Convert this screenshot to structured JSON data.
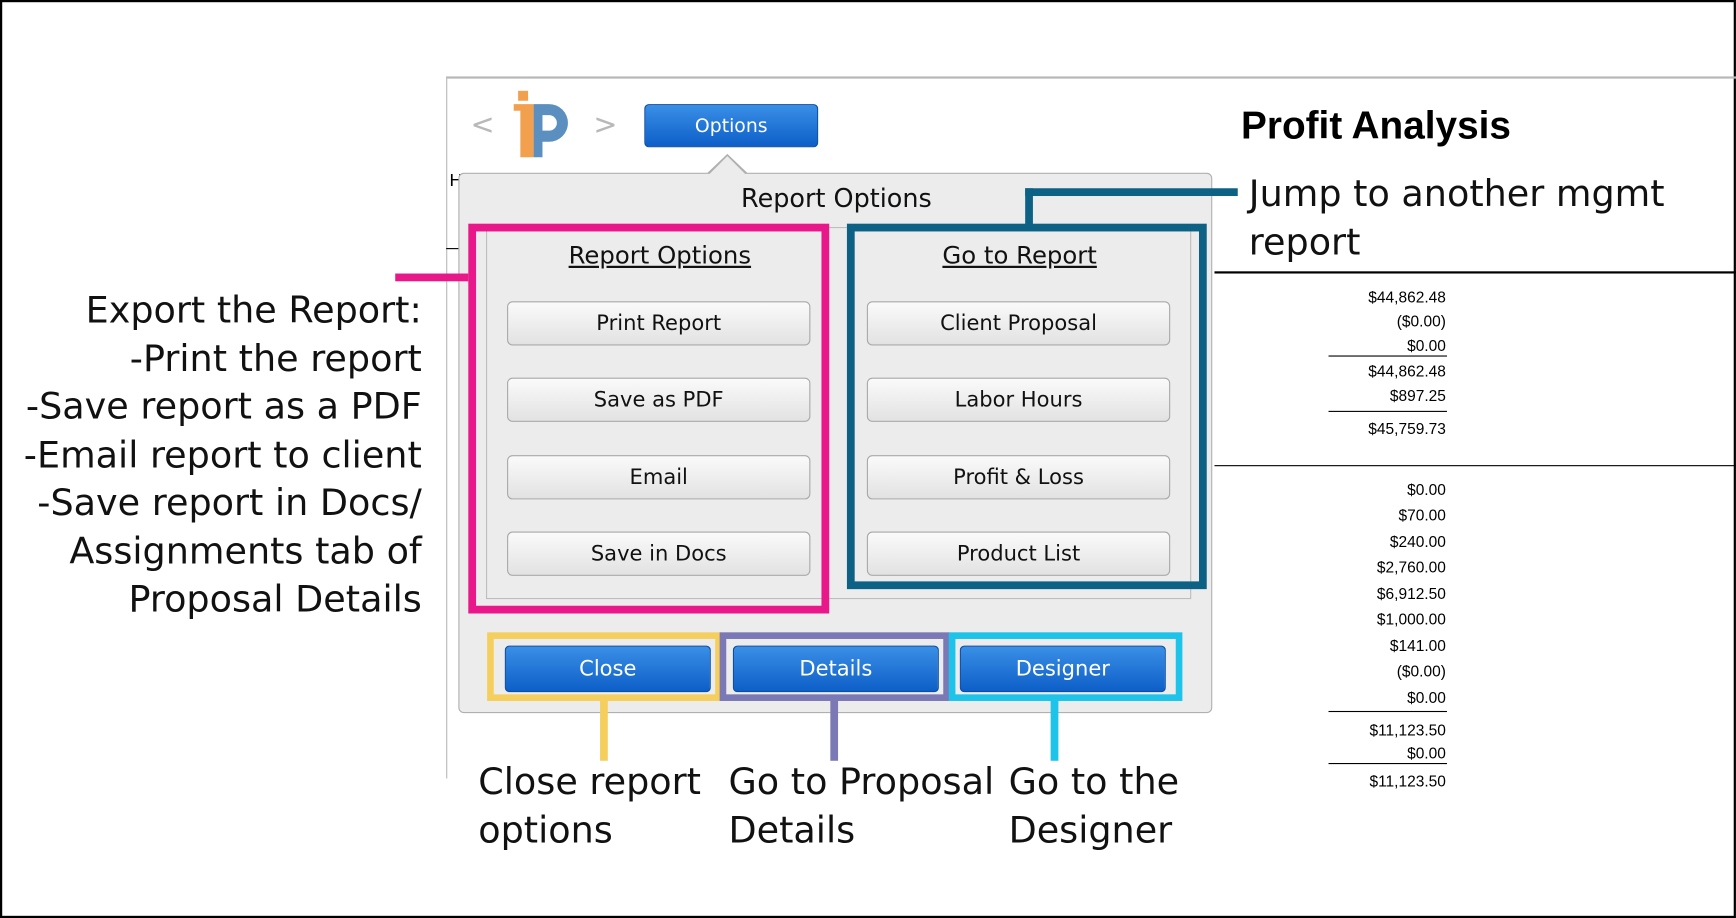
{
  "app": {
    "nav_back": "<",
    "nav_forward": ">",
    "options_button": "Options",
    "report_title": "Profit Analysis",
    "header_fragment": "H"
  },
  "report": {
    "amounts_top": [
      "$44,862.48",
      "($0.00)",
      "$0.00",
      "$44,862.48",
      "$897.25",
      "$45,759.73"
    ],
    "amounts_bottom": [
      "$0.00",
      "$70.00",
      "$240.00",
      "$2,760.00",
      "$6,912.50",
      "$1,000.00",
      "$141.00",
      "($0.00)",
      "$0.00",
      "$11,123.50",
      "$0.00",
      "$11,123.50"
    ]
  },
  "popover": {
    "title": "Report Options",
    "left_column": {
      "heading": "Report Options",
      "buttons": [
        "Print Report",
        "Save as PDF",
        "Email",
        "Save in Docs"
      ]
    },
    "right_column": {
      "heading": "Go to Report",
      "buttons": [
        "Client Proposal",
        "Labor Hours",
        "Profit & Loss",
        "Product List"
      ]
    },
    "footer_buttons": {
      "close": "Close",
      "details": "Details",
      "designer": "Designer"
    }
  },
  "annotations": {
    "export_lines": [
      "Export the Report:",
      "-Print the report",
      "-Save report as a PDF",
      "-Email report to client",
      "-Save report in Docs/",
      "Assignments tab of",
      "Proposal Details"
    ],
    "jump_lines": [
      "Jump to another mgmt",
      "report"
    ],
    "close_lines": [
      "Close report",
      "options"
    ],
    "details_lines": [
      "Go to Proposal",
      "Details"
    ],
    "designer_lines": [
      "Go to the",
      "Designer"
    ]
  },
  "colors": {
    "export_box": "#e8178a",
    "jump_box": "#0d6185",
    "close_box": "#f5cf5e",
    "details_box": "#7b79b5",
    "designer_box": "#1ec3ea",
    "button_blue": "#1a6fd6"
  }
}
